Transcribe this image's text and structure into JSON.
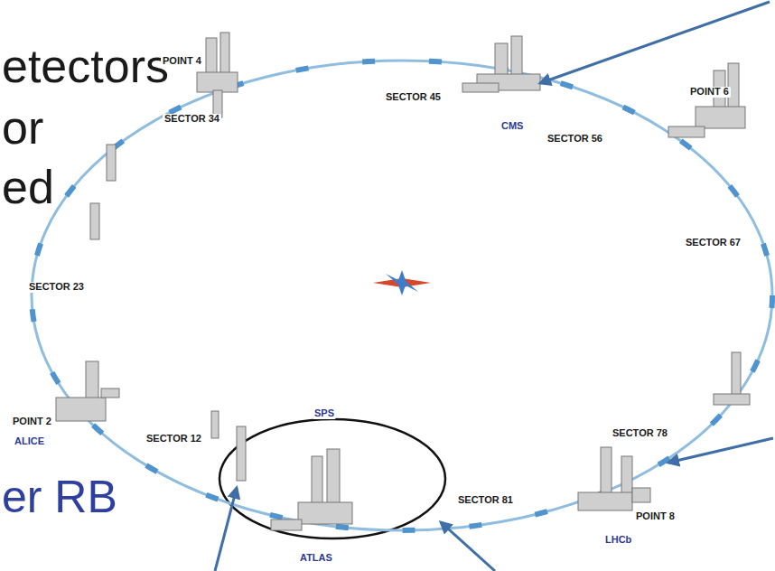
{
  "diagram": {
    "labels": [
      "etectors",
      "or",
      "ed",
      "er RB",
      "POINT 4",
      "SECTOR 45",
      "CMS",
      "POINT 6",
      "SECTOR 34",
      "SECTOR 56",
      "SECTOR 67",
      "SECTOR 23",
      "POINT 2",
      "ALICE",
      "SECTOR 12",
      "SPS",
      "SECTOR 78",
      "SECTOR 81",
      "POINT 8",
      "LHCb",
      "ATLAS"
    ]
  }
}
